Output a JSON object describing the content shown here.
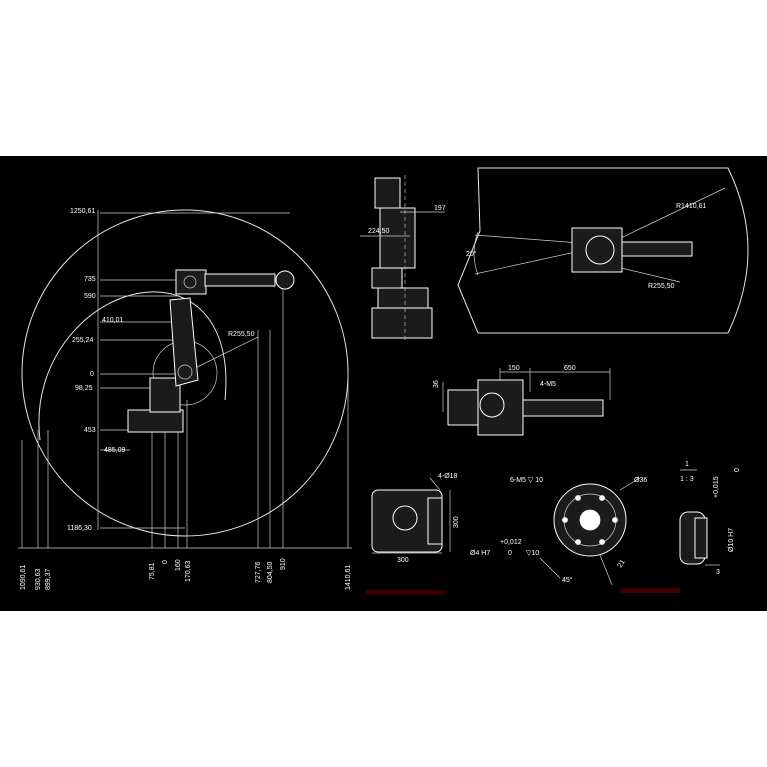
{
  "side_view": {
    "left_dims": [
      "1250,61",
      "735",
      "590",
      "410,01",
      "255,24",
      "0",
      "98,25",
      "453",
      "485,09",
      "1186,30"
    ],
    "radius_label": "R255,50",
    "bottom_dims": [
      "1090,61",
      "930,63",
      "899,37",
      "75,81",
      "0",
      "160",
      "170,63",
      "727,76",
      "804,50",
      "910",
      "1410,61"
    ]
  },
  "small_view": {
    "dim_197": "197",
    "dim_224": "224,50"
  },
  "top_view": {
    "radius_outer": "R1410,61",
    "radius_inner": "R255,50",
    "angle": "20°"
  },
  "mount_view": {
    "dim_150": "150",
    "dim_650": "650",
    "dim_36": "36",
    "hole": "4-M5"
  },
  "base_view": {
    "hole": "4-Ø18",
    "dim_w": "300",
    "dim_h": "300"
  },
  "flange_view": {
    "thread": "6-M5 ▽ 10",
    "diameter": "Ø36",
    "tol_plus": "+0,012",
    "fit": "Ø4 H7",
    "tol_zero": "0",
    "depth": "▽10",
    "angle": "45°",
    "dim_21": "21"
  },
  "scale_view": {
    "numerator": "1",
    "ratio": "1 : 3",
    "tol_plus": "+0,015",
    "fit": "Ø10 H7",
    "tol_zero": "0",
    "dim_3": "3"
  }
}
